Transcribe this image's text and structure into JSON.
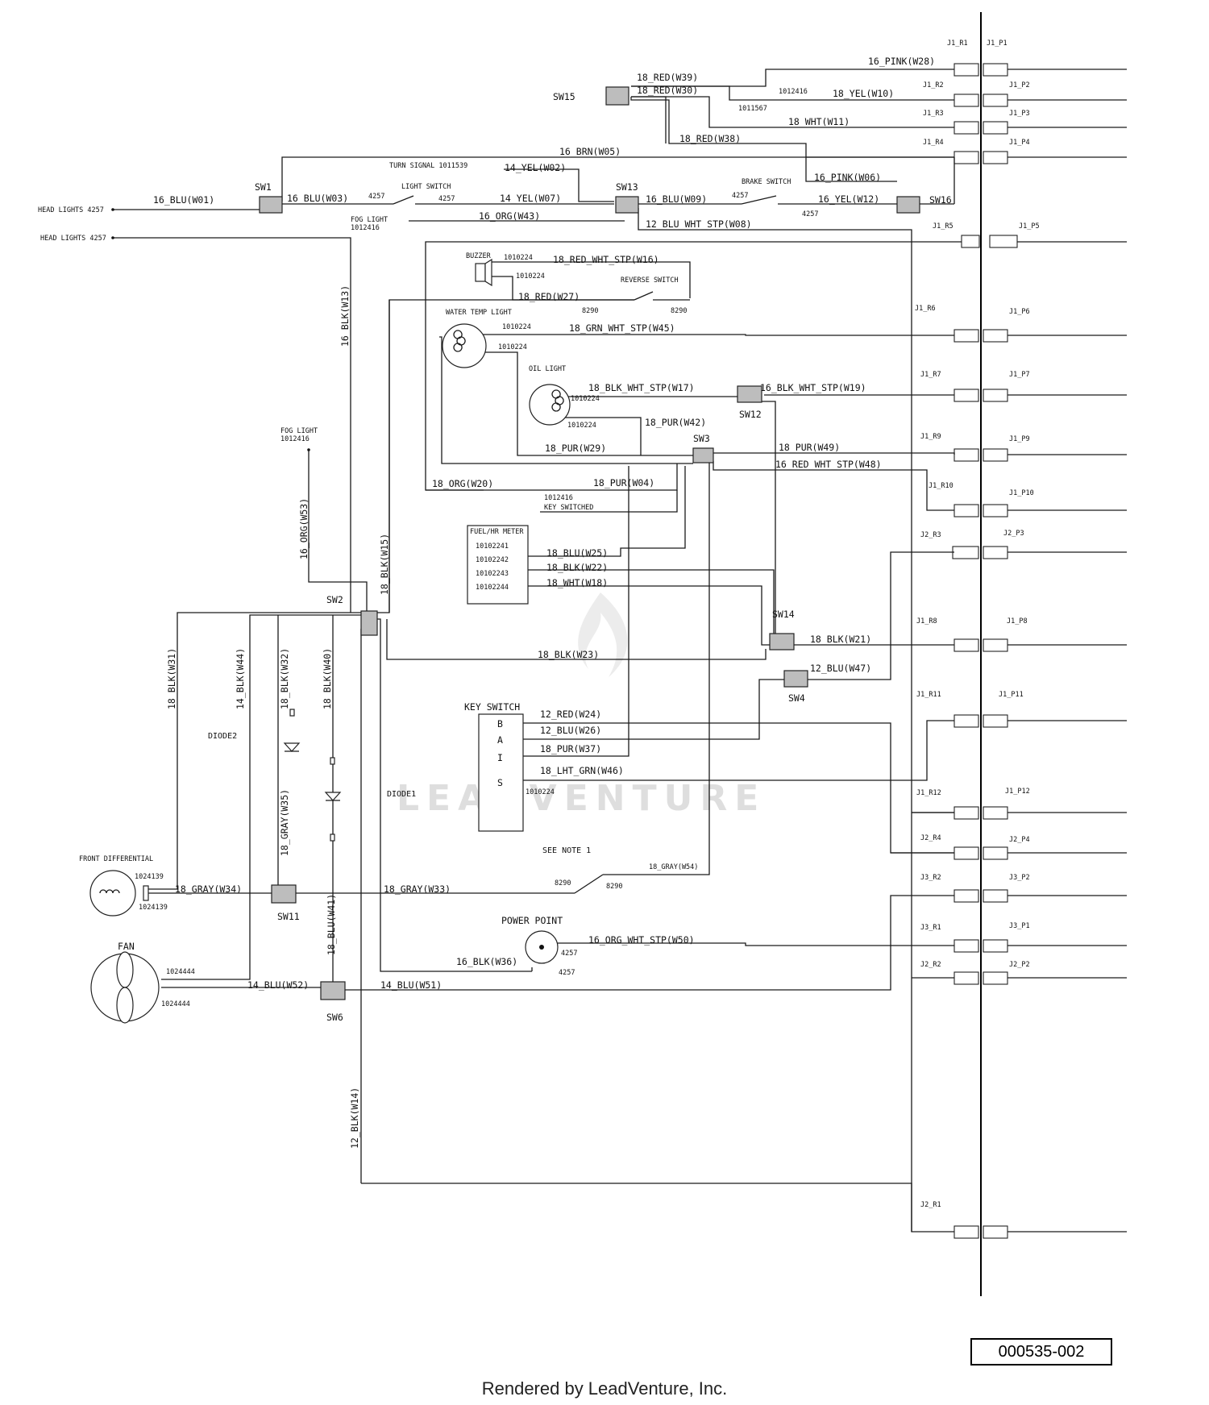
{
  "watermark": "LEADVENTURE",
  "switches": {
    "sw1": "SW1",
    "sw2": "SW2",
    "sw3": "SW3",
    "sw4": "SW4",
    "sw6": "SW6",
    "sw11": "SW11",
    "sw12": "SW12",
    "sw13": "SW13",
    "sw14": "SW14",
    "sw15": "SW15",
    "sw16": "SW16"
  },
  "wires": {
    "w28": "16_PINK(W28)",
    "w39": "18_RED(W39)",
    "w30": "18_RED(W30)",
    "w10": "18_YEL(W10)",
    "w11": "18_WHT(W11)",
    "w38": "18_RED(W38)",
    "w05": "16_BRN(W05)",
    "w02": "14_YEL(W02)",
    "w06": "16_PINK(W06)",
    "w01": "16_BLU(W01)",
    "w03": "16_BLU(W03)",
    "w07": "14_YEL(W07)",
    "w09": "16_BLU(W09)",
    "w12": "16_YEL(W12)",
    "w43": "16_ORG(W43)",
    "w08": "12_BLU_WHT_STP(W08)",
    "w13": "16_BLK(W13)",
    "w16": "18_RED_WHT_STP(W16)",
    "w27": "18_RED(W27)",
    "w45": "18_GRN_WHT_STP(W45)",
    "w17": "18_BLK_WHT_STP(W17)",
    "w19": "16_BLK_WHT_STP(W19)",
    "w42": "18_PUR(W42)",
    "w29": "18_PUR(W29)",
    "w49": "18_PUR(W49)",
    "w48": "16_RED_WHT_STP(W48)",
    "w20": "18_ORG(W20)",
    "w04": "18_PUR(W04)",
    "w53": "16_ORG(W53)",
    "w15": "18_BLK(W15)",
    "w25": "18_BLU(W25)",
    "w22": "18_BLK(W22)",
    "w18": "18_WHT(W18)",
    "w31": "18_BLK(W31)",
    "w44": "14_BLK(W44)",
    "w32": "18_BLK(W32)",
    "w40": "18_BLK(W40)",
    "w21": "18_BLK(W21)",
    "w23": "18_BLK(W23)",
    "w47": "12_BLU(W47)",
    "w24": "12_RED(W24)",
    "w26": "12_BLU(W26)",
    "w37": "18_PUR(W37)",
    "w46": "18_LHT_GRN(W46)",
    "w35": "18_GRAY(W35)",
    "w34": "18_GRAY(W34)",
    "w33": "18_GRAY(W33)",
    "w54": "18_GRAY(W54)",
    "w41": "18_BLU(W41)",
    "w50": "16_ORG_WHT_STP(W50)",
    "w36": "16_BLK(W36)",
    "w52": "14_BLU(W52)",
    "w51": "14_BLU(W51)",
    "w14": "12_BLK(W14)"
  },
  "connectors": {
    "j1_r1": "J1_R1",
    "j1_p1": "J1_P1",
    "j1_r2": "J1_R2",
    "j1_p2": "J1_P2",
    "j1_r3": "J1_R3",
    "j1_p3": "J1_P3",
    "j1_r4": "J1_R4",
    "j1_p4": "J1_P4",
    "j1_r5": "J1_R5",
    "j1_p5": "J1_P5",
    "j1_r6": "J1_R6",
    "j1_p6": "J1_P6",
    "j1_r7": "J1_R7",
    "j1_p7": "J1_P7",
    "j1_r9": "J1_R9",
    "j1_p9": "J1_P9",
    "j1_r10": "J1_R10",
    "j1_p10": "J1_P10",
    "j2_r3": "J2_R3",
    "j2_p3": "J2_P3",
    "j1_r8": "J1_R8",
    "j1_p8": "J1_P8",
    "j1_r11": "J1_R11",
    "j1_p11": "J1_P11",
    "j1_r12": "J1_R12",
    "j1_p12": "J1_P12",
    "j2_r4": "J2_R4",
    "j2_p4": "J2_P4",
    "j3_r2": "J3_R2",
    "j3_p2": "J3_P2",
    "j3_r1": "J3_R1",
    "j3_p1": "J3_P1",
    "j2_r2": "J2_R2",
    "j2_p2": "J2_P2",
    "j2_r1": "J2_R1"
  },
  "components": {
    "head_lights_1": "HEAD LIGHTS 4257",
    "head_lights_2": "HEAD LIGHTS 4257",
    "turn_signal": "TURN SIGNAL 1011539",
    "light_switch": "LIGHT SWITCH",
    "brake_switch": "BRAKE SWITCH",
    "fog_light": "FOG LIGHT",
    "fog_light_2": "FOG LIGHT",
    "buzzer": "BUZZER",
    "reverse_switch": "REVERSE SWITCH",
    "water_temp_light": "WATER TEMP LIGHT",
    "oil_light": "OIL LIGHT",
    "key_switched": "KEY SWITCHED",
    "fuel_hr_meter": "FUEL/HR METER",
    "key_switch": "KEY SWITCH",
    "diode2": "DIODE2",
    "diode1": "DIODE1",
    "front_differential": "FRONT DIFFERENTIAL",
    "fan": "FAN",
    "power_point": "POWER POINT",
    "see_note": "SEE NOTE 1"
  },
  "key_terminals": [
    "B",
    "A",
    "I",
    "S"
  ],
  "part_numbers": {
    "p4257": "4257",
    "p1012416": "1012416",
    "p1011567": "1011567",
    "p1010224": "1010224",
    "p8290": "8290",
    "p1024139": "1024139",
    "p1024444": "1024444",
    "m1": "10102241",
    "m2": "10102242",
    "m3": "10102243",
    "m4": "10102244"
  },
  "doc_number": "000535-002",
  "footer": "Rendered by LeadVenture, Inc."
}
